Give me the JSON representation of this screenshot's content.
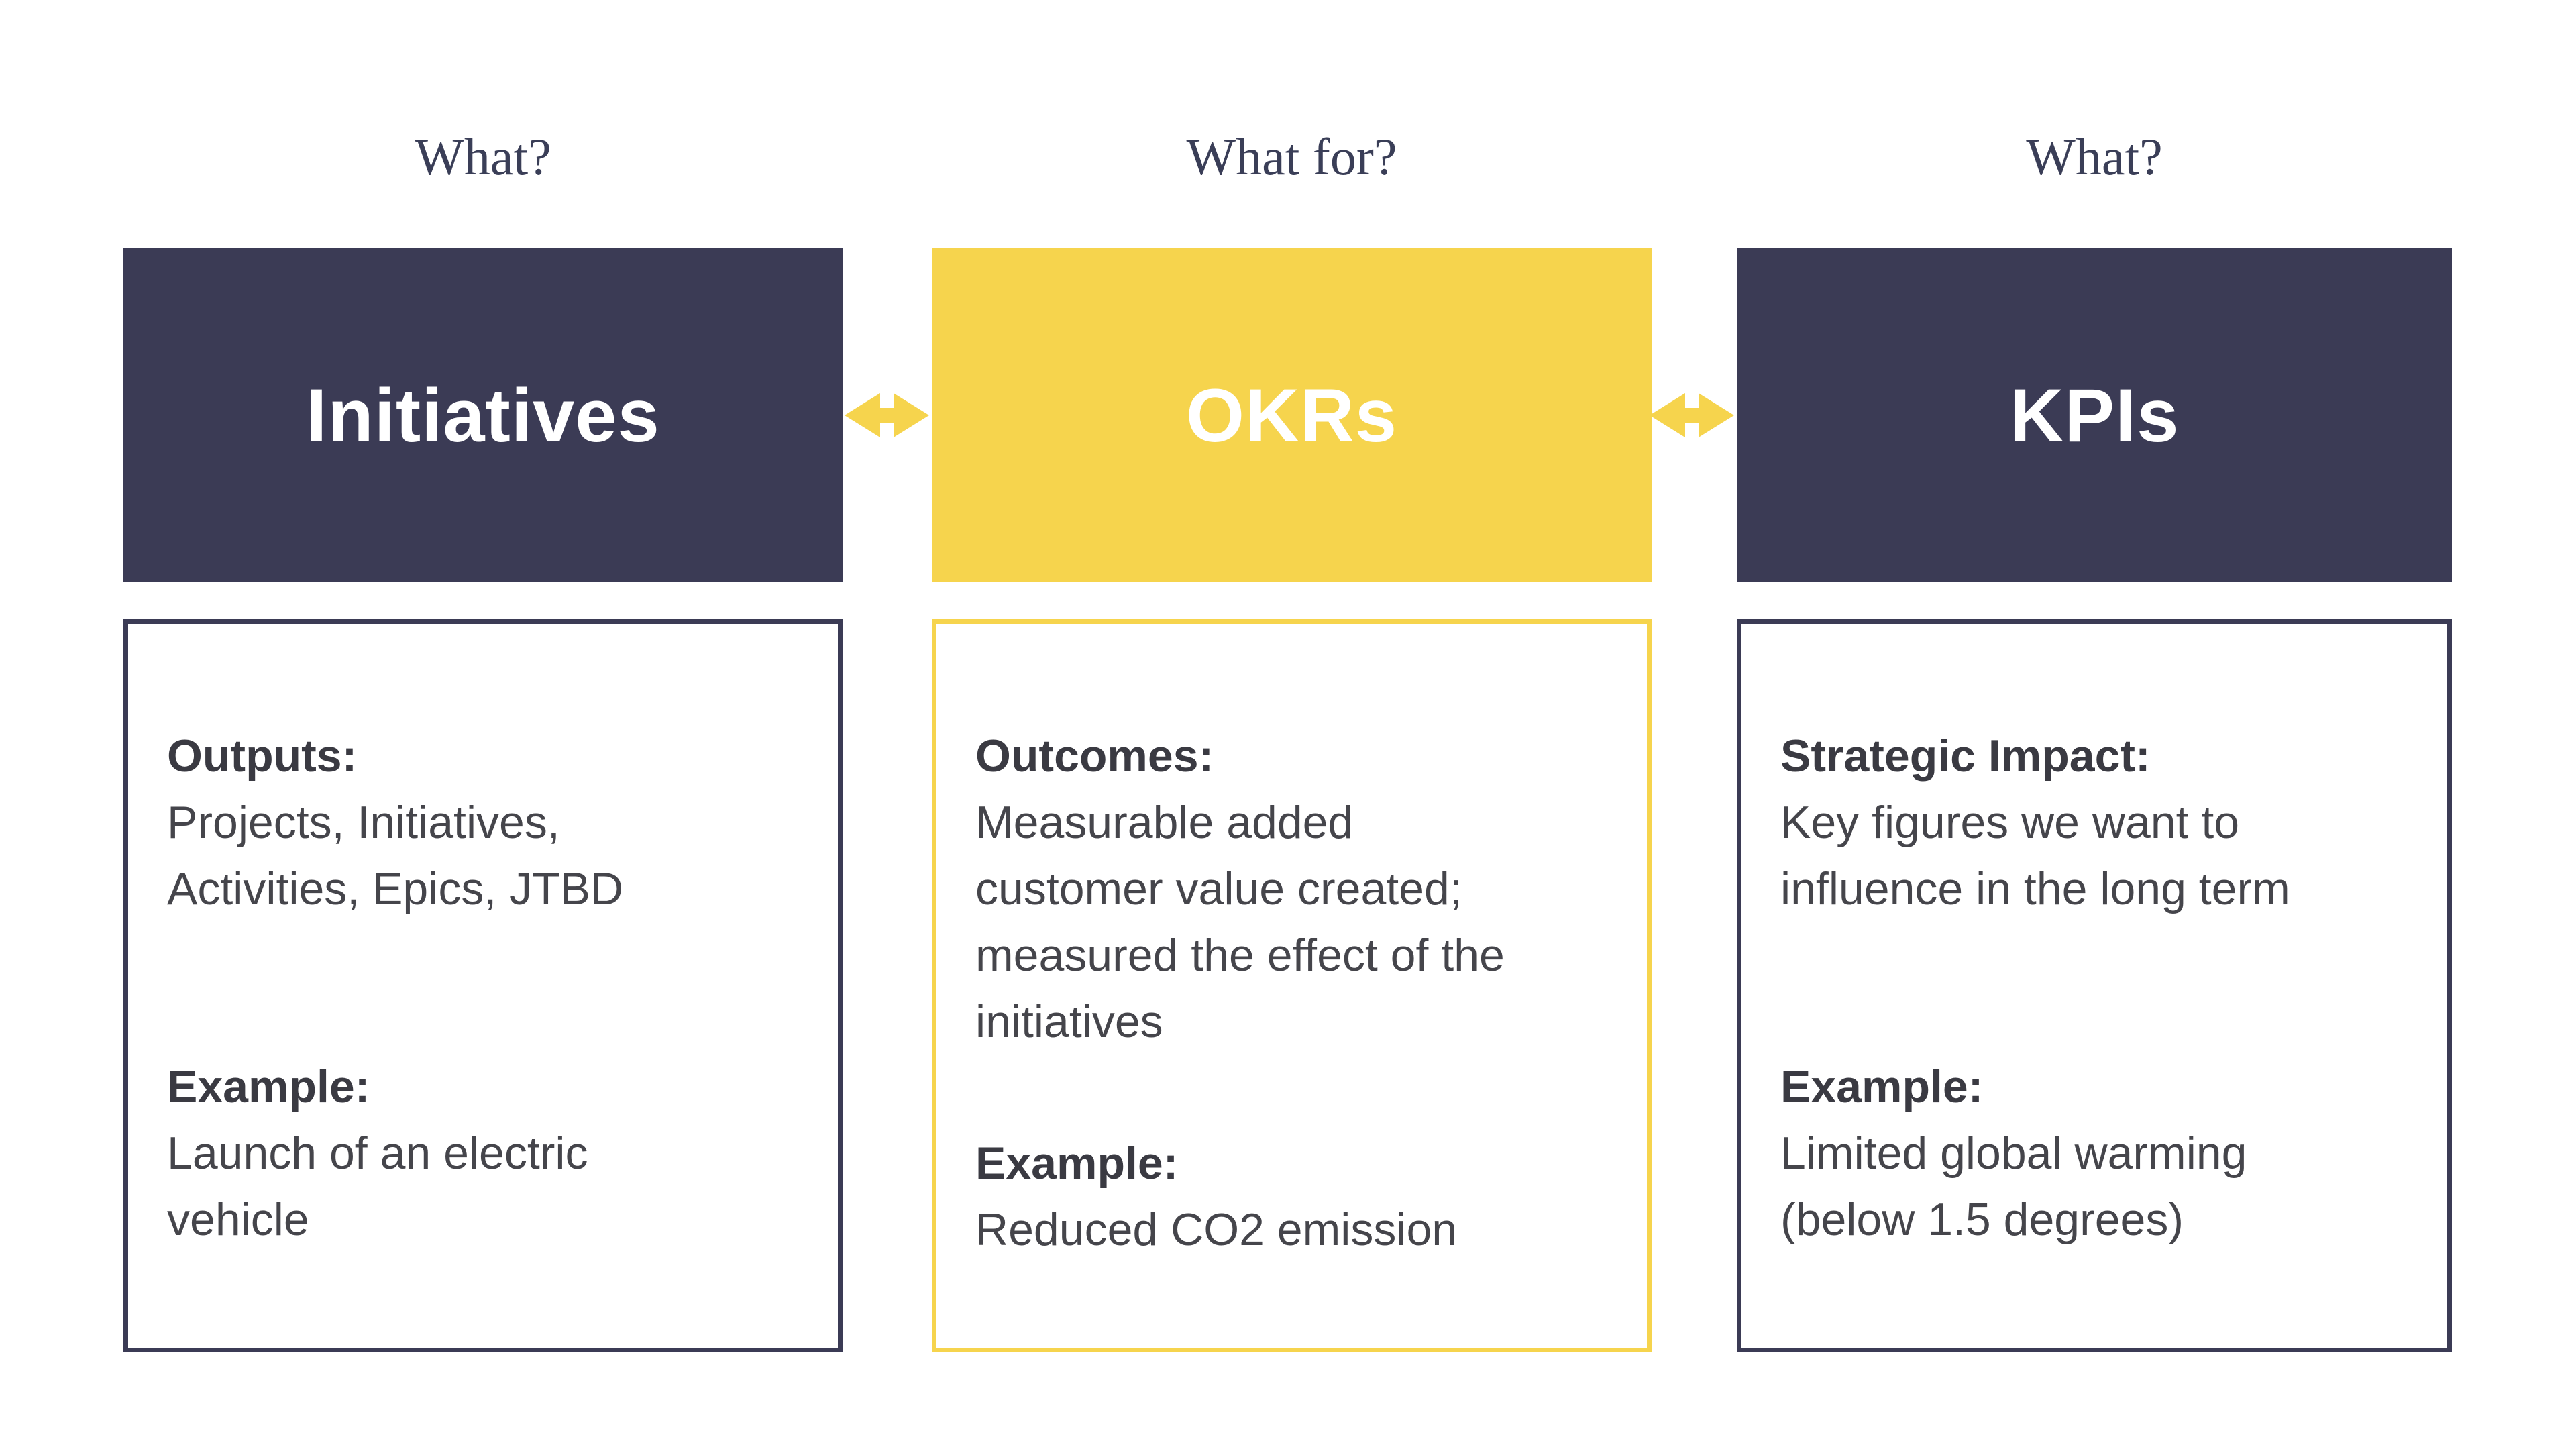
{
  "colors": {
    "page-bg": "#FFFFFF",
    "navy": "#3B3B55",
    "yellow": "#F6D44D",
    "label-color": "#3A3E57",
    "heading-text": "#3A3A42",
    "body-text": "#45454B",
    "title-text": "#FFFFFF"
  },
  "columns": [
    {
      "id": "initiatives",
      "question_label": "What?",
      "title": "Initiatives",
      "detail": {
        "block1_heading": "Outputs:",
        "block1_body": "Projects, Initiatives,\nActivities, Epics, JTBD",
        "block2_heading": "Example:",
        "block2_body": "Launch of an electric\nvehicle"
      }
    },
    {
      "id": "okrs",
      "question_label": "What for?",
      "title": "OKRs",
      "detail": {
        "block1_heading": "Outcomes:",
        "block1_body": "Measurable added\ncustomer value created;\nmeasured the effect of the\ninitiatives",
        "block2_heading": "Example:",
        "block2_body": "Reduced CO2 emission"
      }
    },
    {
      "id": "kpis",
      "question_label": "What?",
      "title": "KPIs",
      "detail": {
        "block1_heading": "Strategic Impact:",
        "block1_body": "Key figures we want to\ninfluence in the long term",
        "block2_heading": "Example:",
        "block2_body": "Limited global warming\n(below 1.5 degrees)"
      }
    }
  ],
  "arrows": [
    {
      "icon": "double-headed-arrow",
      "between": [
        "Initiatives",
        "OKRs"
      ]
    },
    {
      "icon": "double-headed-arrow",
      "between": [
        "OKRs",
        "KPIs"
      ]
    }
  ]
}
